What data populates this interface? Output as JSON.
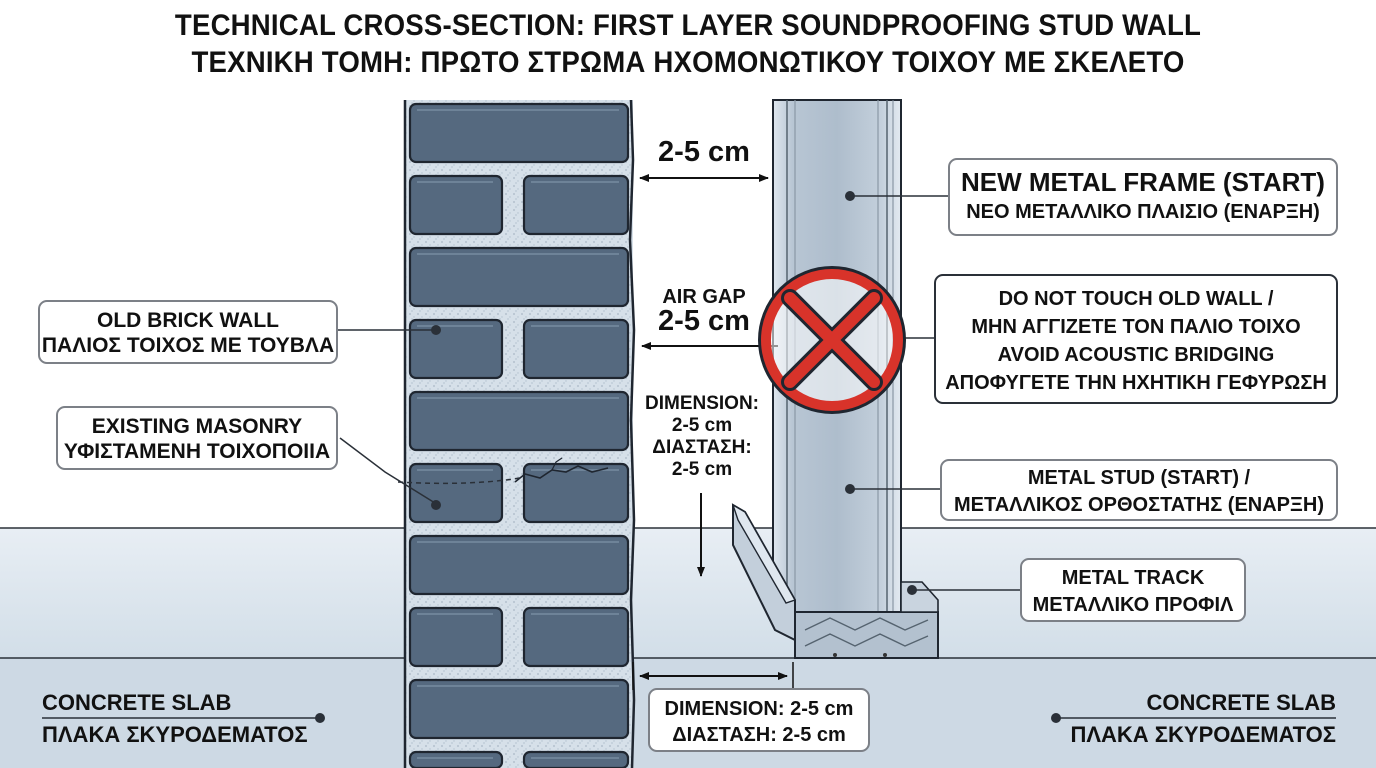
{
  "title": {
    "line1": "TECHNICAL CROSS-SECTION: FIRST LAYER SOUNDPROOFING STUD WALL",
    "line2": "ΤΕΧΝΙΚΗ ΤΟΜΗ: ΠΡΩΤΟ ΣΤΡΩΜΑ ΗΧΟΜΟΝΩΤΙΚΟΥ ΤΟΙΧΟΥ ΜΕ ΣΚΕΛΕΤΟ"
  },
  "labels": {
    "old_brick_wall": {
      "en": "OLD BRICK WALL",
      "gr": "ΠΑΛΙΟΣ ΤΟΙΧΟΣ ΜΕ ΤΟΥΒΛΑ"
    },
    "existing_masonry": {
      "en": "EXISTING MASONRY",
      "gr": "ΥΦΙΣΤΑΜΕΝΗ ΤΟΙΧΟΠΟΙΙΑ"
    },
    "new_metal_frame": {
      "en": "NEW METAL FRAME (START)",
      "gr": "ΝΕΟ ΜΕΤΑΛΛΙΚΟ ΠΛΑΙΣΙΟ (ΕΝΑΡΞΗ)"
    },
    "do_not_touch": {
      "line1": "DO NOT TOUCH OLD WALL /",
      "line2": "ΜΗΝ ΑΓΓΙΖΕΤΕ ΤΟΝ ΠΑΛΙΟ ΤΟΙΧΟ",
      "line3": "AVOID ACOUSTIC BRIDGING",
      "line4": "ΑΠΟΦΥΓΕΤΕ ΤΗΝ ΗΧΗΤΙΚΗ ΓΕΦΥΡΩΣΗ"
    },
    "metal_stud": {
      "en": "METAL STUD (START) /",
      "gr": "ΜΕΤΑΛΛΙΚΟΣ ΟΡΘΟΣΤΑΤΗΣ (ΕΝΑΡΞΗ)"
    },
    "metal_track": {
      "en": "METAL TRACK",
      "gr": "ΜΕΤΑΛΛΙΚΟ ΠΡΟΦΙΛ"
    },
    "concrete_slab_left": {
      "en": "CONCRETE SLAB",
      "gr": "ΠΛΑΚΑ ΣΚΥΡΟΔΕΜΑΤΟΣ"
    },
    "concrete_slab_right": {
      "en": "CONCRETE SLAB",
      "gr": "ΠΛΑΚΑ ΣΚΥΡΟΔΕΜΑΤΟΣ"
    },
    "gap_top": "2-5 cm",
    "air_gap_title": "AIR GAP",
    "air_gap_value": "2-5 cm",
    "dimension_side": {
      "line1": "DIMENSION:",
      "line2": "2-5 cm",
      "line3": "ΔΙΑΣΤΑΣΗ:",
      "line4": "2-5 cm"
    },
    "dimension_bottom": {
      "en": "DIMENSION: 2-5 cm",
      "gr": "ΔΙΑΣΤΑΣΗ: 2-5 cm"
    }
  },
  "colors": {
    "brick": "#55697f",
    "brick_light": "#6e8398",
    "mortar": "#d3dde6",
    "stud": "#b9c7d5",
    "floor": "#dfe7ee",
    "slab": "#cfdce7",
    "warning_red": "#d8332a",
    "outline": "#1f2630"
  }
}
